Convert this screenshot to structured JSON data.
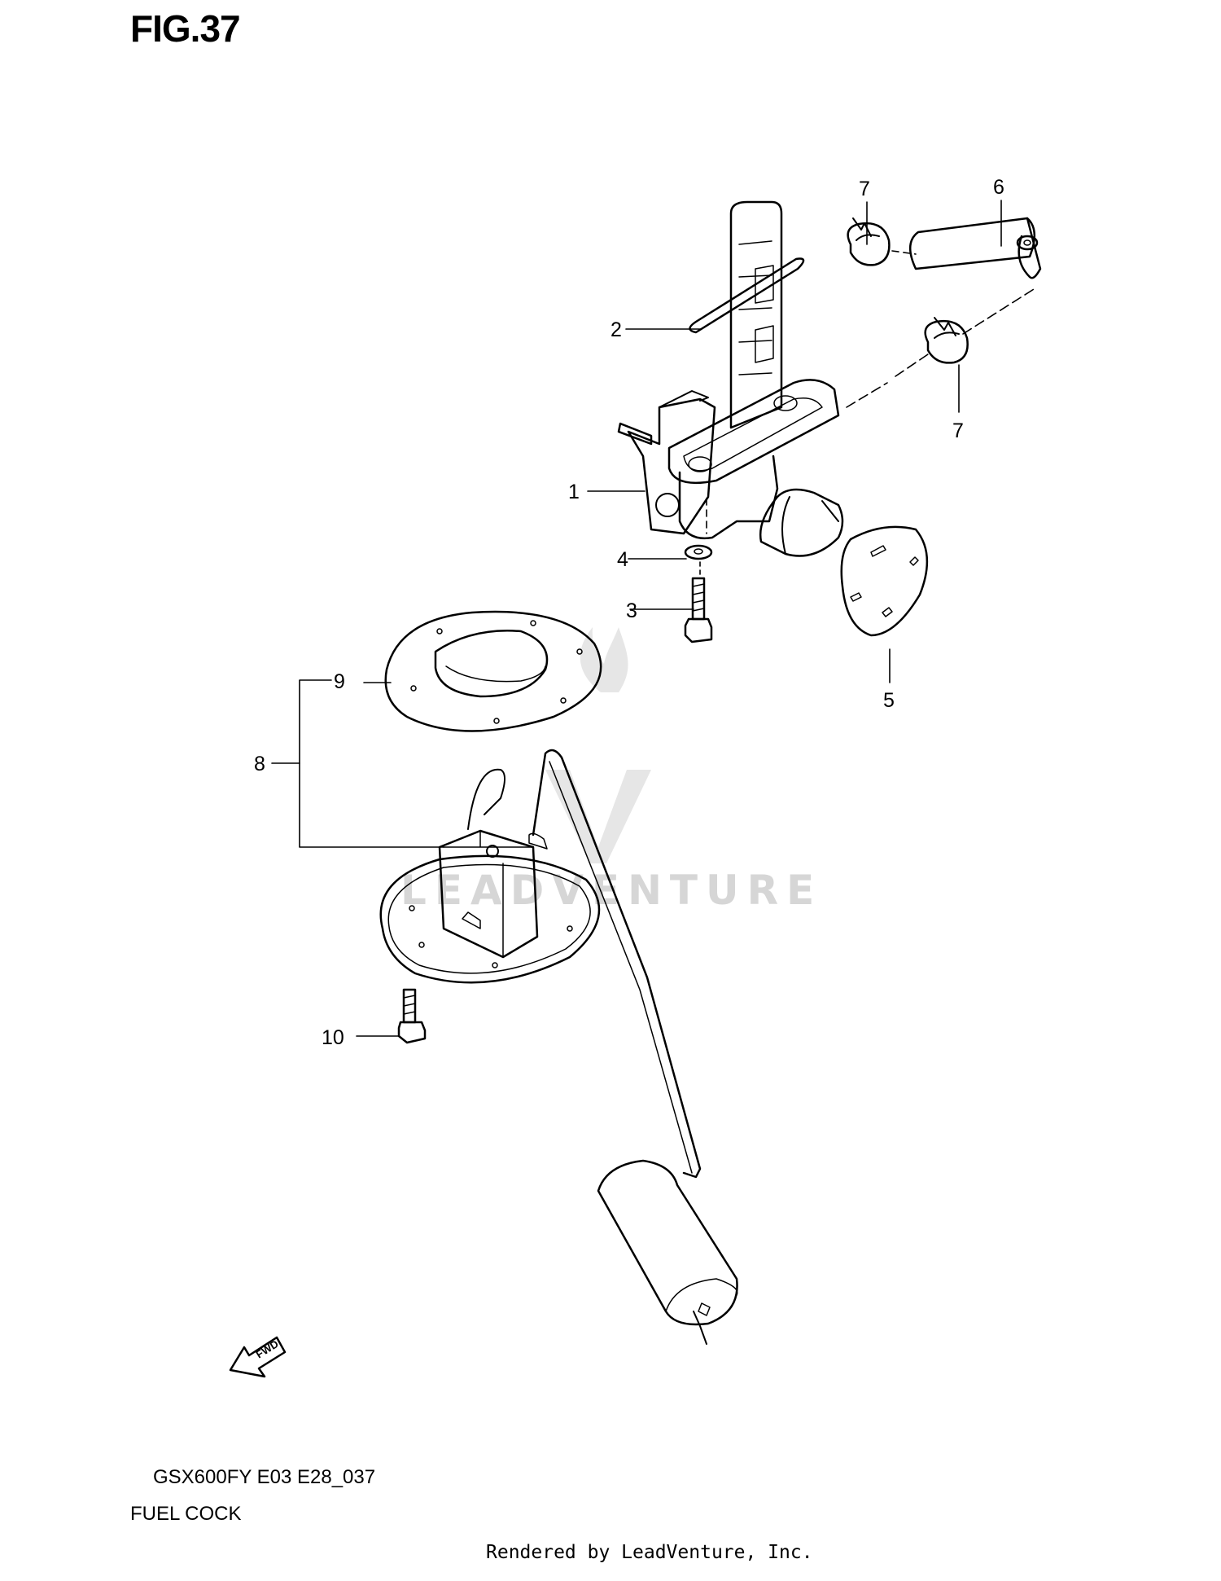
{
  "figure": {
    "title": "FIG.37"
  },
  "callouts": {
    "c1": "1",
    "c2": "2",
    "c3": "3",
    "c4": "4",
    "c5": "5",
    "c6": "6",
    "c7a": "7",
    "c7b": "7",
    "c8": "8",
    "c9": "9",
    "c10": "10"
  },
  "direction_marker": {
    "label": "FWD"
  },
  "watermark": {
    "text": "LEADVENTURE"
  },
  "footer": {
    "model_code": "GSX600FY E03 E28_037",
    "section_name": "FUEL COCK",
    "rendered_by": "Rendered by LeadVenture, Inc."
  },
  "colors": {
    "line": "#000000",
    "watermark": "#d6d6d6",
    "background": "#ffffff"
  }
}
